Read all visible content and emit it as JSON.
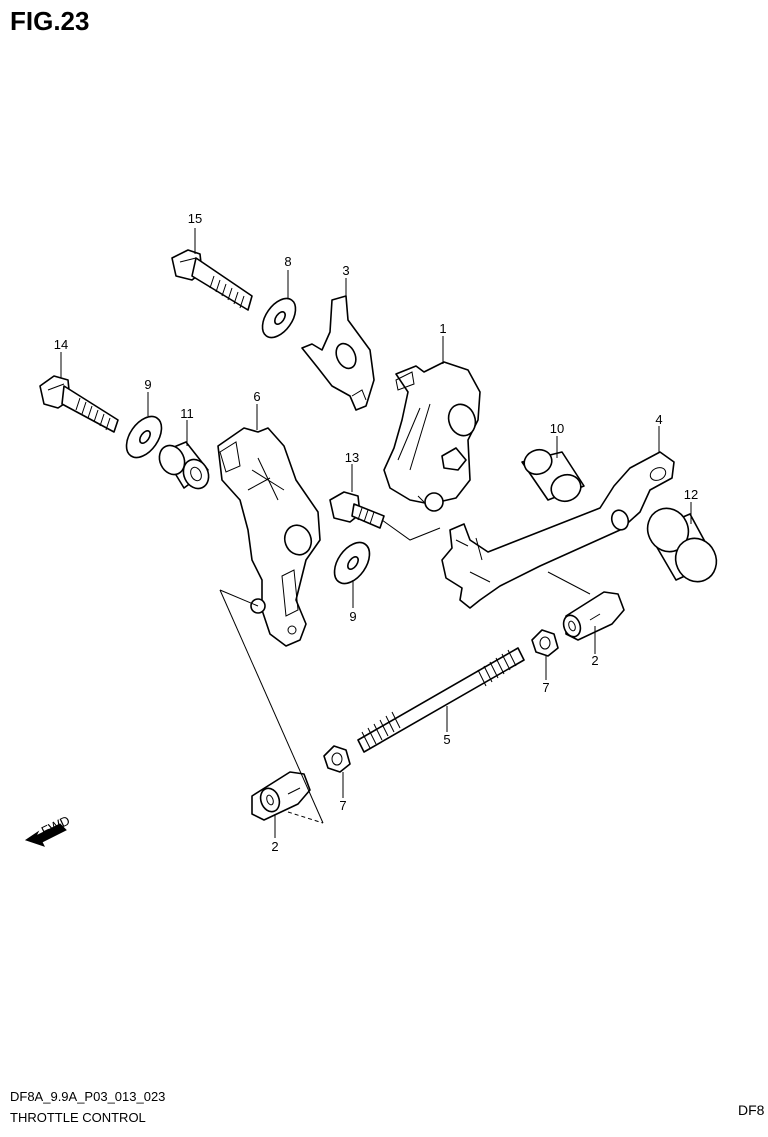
{
  "figure": {
    "title": "FIG.23"
  },
  "callouts": [
    "15",
    "8",
    "3",
    "1",
    "14",
    "9",
    "11",
    "6",
    "13",
    "10",
    "4",
    "12",
    "9",
    "2",
    "7",
    "5",
    "7",
    "2"
  ],
  "footer": {
    "code": "DF8A_9.9A_P03_013_023",
    "name": "THROTTLE CONTROL",
    "right_fragment": "DF8"
  },
  "icons": {
    "front_arrow": "fwd-arrow-icon"
  }
}
